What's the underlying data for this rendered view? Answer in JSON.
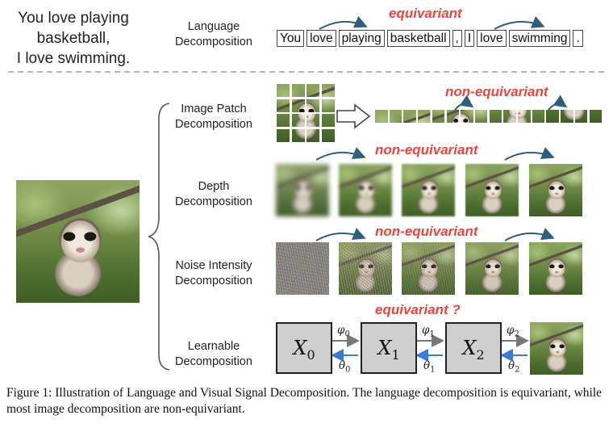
{
  "sentence": [
    "You love playing",
    "basketball,",
    "I love swimming."
  ],
  "rows": [
    {
      "label": [
        "Language",
        "Decomposition"
      ],
      "tag": "equivariant"
    },
    {
      "label": [
        "Image Patch",
        "Decomposition"
      ],
      "tag": "non-equivariant"
    },
    {
      "label": [
        "Depth",
        "Decomposition"
      ],
      "tag": "non-equivariant"
    },
    {
      "label": [
        "Noise Intensity",
        "Decomposition"
      ],
      "tag": "non-equivariant"
    },
    {
      "label": [
        "Learnable",
        "Decomposition"
      ],
      "tag": "equivariant ?"
    }
  ],
  "tokens": [
    "You",
    "love",
    "playing",
    "basketball",
    ",",
    "I",
    "love",
    "swimming",
    "."
  ],
  "latents": [
    {
      "sym": "X",
      "sub": "0"
    },
    {
      "sym": "X",
      "sub": "1"
    },
    {
      "sym": "X",
      "sub": "2"
    }
  ],
  "maps": [
    {
      "fwd": "φ",
      "fsub": "0",
      "bwd": "θ",
      "bsub": "0"
    },
    {
      "fwd": "φ",
      "fsub": "1",
      "bwd": "θ",
      "bsub": "1"
    },
    {
      "fwd": "φ",
      "fsub": "2",
      "bwd": "θ",
      "bsub": "2"
    }
  ],
  "caption": "Figure 1: Illustration of Language and Visual Signal Decomposition. The language decomposition is equivariant, while most image decomposition are non-equivariant.",
  "colors": {
    "accent_red": "#e8463c",
    "arrow_teal": "#2f5f7a",
    "arrow_blue": "#3a7bd5",
    "box_gray": "#cfcfcf"
  }
}
